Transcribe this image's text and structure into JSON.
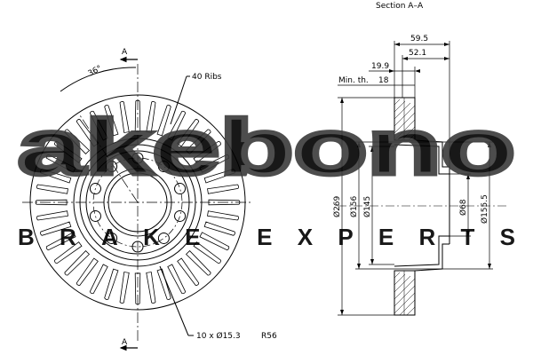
{
  "section_title": "Section A–A",
  "cut_label_top": "A",
  "cut_label_bottom": "A",
  "angle_label": "36°",
  "ribs_label": "40 Ribs",
  "holes_label": "10 x Ø15.3",
  "bolt_circle_label": "R56",
  "dims": {
    "overall_width": "59.5",
    "inner_width": "52.1",
    "friction_ring": "19.9",
    "min_thickness_label": "Min. th.",
    "min_thickness_value": "18",
    "d_outer": "Ø269",
    "d_156": "Ø156",
    "d_145": "Ø145",
    "d_68": "Ø68",
    "d_155_5": "Ø155.5"
  },
  "watermark": {
    "brand": "akebono",
    "tagline": "BRAKE EXPERTS",
    "color": "#3a3a3a"
  },
  "ribs_count": 40,
  "holes_count": 10
}
